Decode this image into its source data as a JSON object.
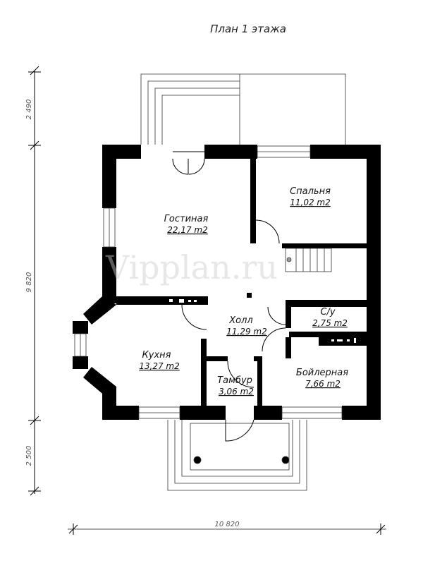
{
  "title": "План 1 этажа",
  "watermark": "Vipplan.ru",
  "rooms": [
    {
      "name": "Гостиная",
      "area": "22,17 m2"
    },
    {
      "name": "Спальня",
      "area": "11,02 m2"
    },
    {
      "name": "Холл",
      "area": "11,29 m2"
    },
    {
      "name": "С/у",
      "area": "2,75 m2"
    },
    {
      "name": "Кухня",
      "area": "13,27 m2"
    },
    {
      "name": "Тамбур",
      "area": "3,06 m2"
    },
    {
      "name": "Бойлерная",
      "area": "7,66 m2"
    }
  ],
  "dimensions": {
    "vertical": [
      "2 490",
      "9 820",
      "2 500"
    ],
    "horizontal": "10 820"
  }
}
